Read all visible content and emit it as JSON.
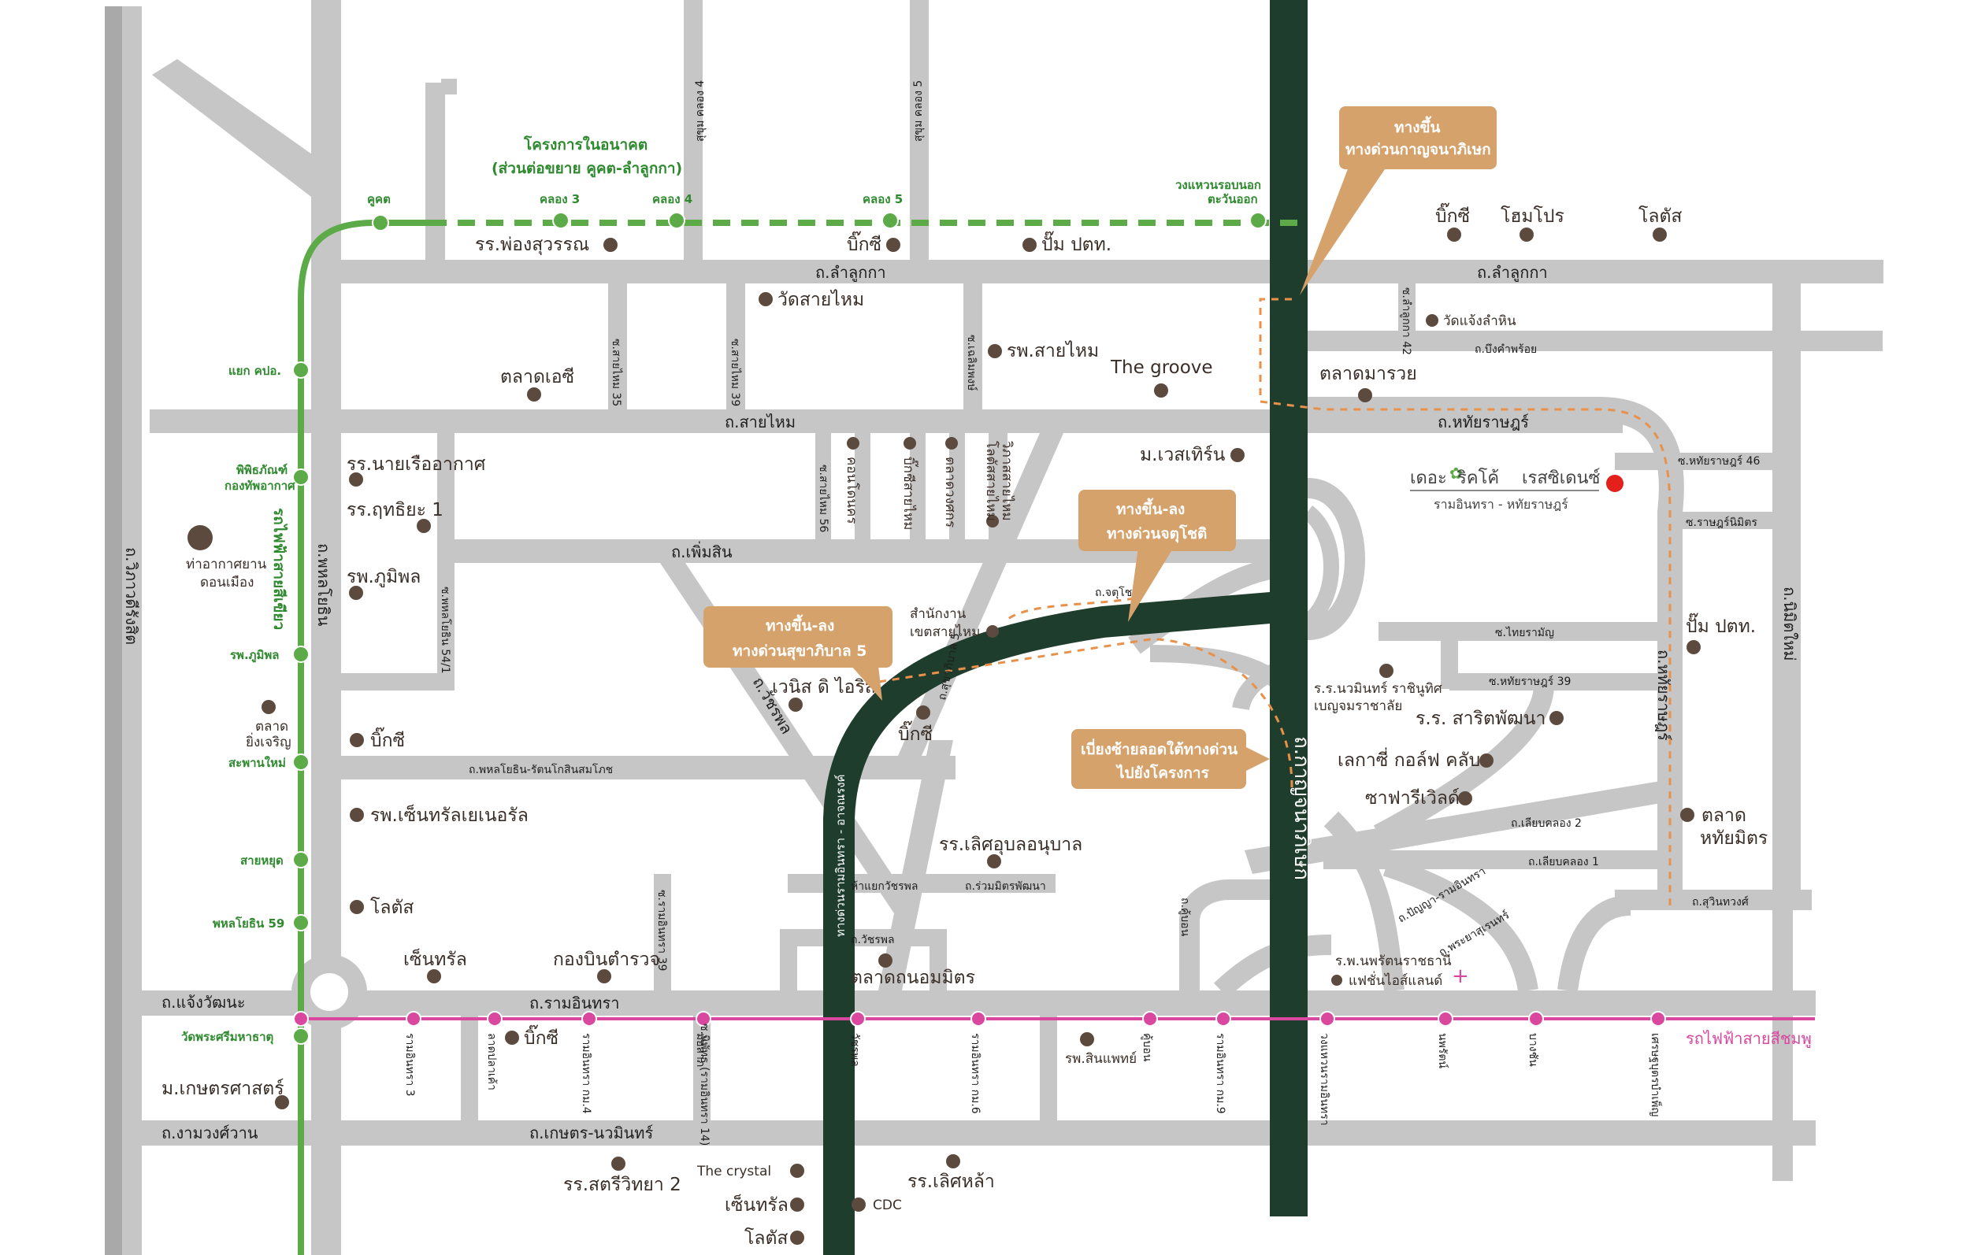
{
  "colors": {
    "road": "#c6c6c6",
    "expressway": "#1f3d2c",
    "green_line": "#5cab48",
    "pink_line": "#d9479e",
    "poi": "#5c4a3e",
    "callout": "#d4a26a",
    "project_marker": "#e3201b",
    "route_dash": "#e8914b"
  },
  "roads": {
    "vibhavadi": "ถ.วิภาวดีรังสิต",
    "phahon": "ถ.พหลโยธิน",
    "lam_luk_ka_1": "ถ.ลำลูกกา",
    "lam_luk_ka_2": "ถ.ลำลูกกา",
    "sai_mai": "ถ.สายไหม",
    "phoem_sin": "ถ.เพิ่มสิน",
    "phahon_ratana": "ถ.พหลโยธิน-รัตนโกสินสมโภช",
    "watcharaphon": "ถ.วัชรพล",
    "sukhaphiban5": "ถ.สุขาภิบาล 5",
    "chaengwattana": "ถ.แจ้งวัฒนะ",
    "ram_inthra": "ถ.รามอินทรา",
    "ngam_wong_wan": "ถ.งามวงศ์วาน",
    "kaset_nawamin": "ถ.เกษตร-นวมินทร์",
    "kanchanaphisek": "ถ.กาญจนาภิเษก",
    "hathairat_1": "ถ.หทัยราษฎร์",
    "hathairat_2": "ถ.หทัยราษฎร์",
    "nimit_mai": "ถ.นิมิตใหม่",
    "suwinthawong": "ถ.สุวินทวงศ์",
    "liap_khlong_2": "ถ.เลียบคลอง 2",
    "liap_khlong_1": "ถ.เลียบคลอง 1",
    "chatuchot": "ถ.จตุโชติ",
    "khu_bon": "ถ.คู้บอน",
    "panya_ramintra": "ถ.ปัญญา-รามอินทรา",
    "phraya_suren": "ถ.พระยาสุเรนทร์",
    "bueng_kham_phroi": "ถ.บึงคำพร้อย",
    "ha_yaek_watcharaphon": "ห้าแยกวัชรพล",
    "ruam_mit_phatthana": "ถ.ร่วมมิตรพัฒนา",
    "watcharaphon_sm": "ถ.วัชรพล",
    "soi_hathairat46": "ซ.หทัยราษฎร์ 46",
    "soi_ratburana": "ซ.ราษฎร์นิมิตร",
    "soi_thairaman": "ซ.ไทยรามัญ",
    "soi_hathairat39": "ซ.หทัยราษฎร์ 39",
    "soi_sai_mai_35": "ซ.สายไหม 35",
    "soi_sai_mai_39": "ซ.สายไหม 39",
    "soi_sai_mai_56": "ซ.สายไหม 56",
    "soi_chaloem_phong": "ซ.เฉลิมพงษ์",
    "soi_phahon_541": "ซ.พหลโยธิน 54/1",
    "soi_ram39": "ซ.รามอินทรา 39",
    "soi_ram14": "ซ.นิพัทธ (รามอินทรา 14)",
    "soi_lam_luk_ka42": "ซ.ลำลูกกา 42",
    "soi_khlong4": "สุขุม คลอง 4",
    "soi_khlong5": "สุขุม คลอง 5",
    "expy_ramintra_athnarong": "ทางด่วนรามอินทรา - อาจณรงค์"
  },
  "green_line": {
    "title_1": "โครงการในอนาคต",
    "title_2": "(ส่วนต่อขยาย คูคต-ลำลูกกา)",
    "name": "รถไฟฟ้าสายสีเขียว",
    "stations": [
      "คูคต",
      "คลอง 3",
      "คลอง 4",
      "คลอง 5",
      "วงแหวนรอบนอก ตะวันออก",
      "แยก คปอ.",
      "พิพิธภัณฑ์ กองทัพอากาศ",
      "รพ.ภูมิพล",
      "สะพานใหม่",
      "สายหยุด",
      "พหลโยธิน 59",
      "วัดพระศรีมหาธาตุ"
    ],
    "outer_ring_1": "วงแหวนรอบนอก",
    "outer_ring_2": "ตะวันออก",
    "pipit_1": "พิพิธภัณฑ์",
    "pipit_2": "กองทัพอากาศ"
  },
  "pink_line": {
    "name": "รถไฟฟ้าสายสีชมพู",
    "stations": [
      "รามอินทรา 3",
      "ลาดปลาเค้า",
      "รามอินทรา กม.4",
      "มัยลาภ",
      "วัชรพล",
      "รามอินทรา กม.6",
      "คู้บอน",
      "รามอินทรา กม.9",
      "วงแหวนรามอินทรา",
      "นพรัตน์",
      "บางชัน",
      "เศรษฐบุตรบำเพ็ญ"
    ]
  },
  "callouts": {
    "kanchanaphisek_up_1": "ทางขึ้น",
    "kanchanaphisek_up_2": "ทางด่วนกาญจนาภิเษก",
    "chatuchot_1": "ทางขึ้น-ลง",
    "chatuchot_2": "ทางด่วนจตุโชติ",
    "sukhaphiban_1": "ทางขึ้น-ลง",
    "sukhaphiban_2": "ทางด่วนสุขาภิบาล 5",
    "turn_left_1": "เบี่ยงซ้ายลอดใต้ทางด่วน",
    "turn_left_2": "ไปยังโครงการ"
  },
  "project": {
    "name_1": "เดอะ",
    "name_2": "ริคโค้",
    "name_3": "เรสซิเดนซ์",
    "sub": "รามอินทรา - หทัยราษฎร์"
  },
  "pois": {
    "bigc_top": "บิ๊กซี",
    "homepro": "โฮมโปร",
    "lotus_top": "โลตัส",
    "wat_chaeng": "วัดแจ้งลำหิน",
    "talat_maruay": "ตลาดมารวย",
    "m_western": "ม.เวสเทิร์น",
    "the_groove": "The groove",
    "ptt_top": "ปั๊ม ปตท.",
    "bigc_2": "บิ๊กซี",
    "wat_sai_mai": "วัดสายไหม",
    "rp_sai_mai": "รพ.สายไหม",
    "rr_phong": "รร.พ่องสุวรรณ",
    "talat_ac": "ตลาดเอซี",
    "rr_air_force": "รร.นายเรืออากาศ",
    "rr_ruthiya": "รร.ฤทธิยะ 1",
    "rp_bhumibol": "รพ.ภูมิพล",
    "don_mueang_1": "ท่าอากาศยาน",
    "don_mueang_2": "ดอนเมือง",
    "sai_mai_office_1": "สำนักงาน",
    "sai_mai_office_2": "เขตสายไหม",
    "venice": "เวนิส ดิ ไอริส",
    "bigc_3": "บิ๊กซี",
    "bigc_4": "บิ๊กซี",
    "rp_central": "รพ.เซ็นทรัลเยเนอรัล",
    "lotus_2": "โลตัส",
    "central_1": "เซ็นทรัล",
    "kong_bin": "กองบินตำรวจ",
    "rr_loed_ubon": "รร.เลิศอุบลอนุบาล",
    "talat_thanon": "ตลาดถนอมมิตร",
    "rp_sinphaet": "รพ.สินแพทย์",
    "bigc_5": "บิ๊กซี",
    "m_kaset": "ม.เกษตรศาสตร์",
    "rr_satri": "รร.สตรีวิทยา 2",
    "crystal": "The crystal",
    "central_2": "เซ็นทรัล",
    "cdc": "CDC",
    "lotus_3": "โลตัส",
    "rr_loet_la": "รร.เลิศหล้า",
    "rr_nawamin_1": "ร.ร.นวมินทร์ ราชินูทิศ",
    "rr_nawamin_2": "เบญจมราชาลัย",
    "rr_sarit": "ร.ร. สาริตพัฒนา",
    "legacy": "เลกาซี่ กอล์ฟ คลับ",
    "safari": "ซาฟารีเวิลด์",
    "ptt_right": "ปั๊ม ปตท.",
    "talat_hathai_1": "ตลาด",
    "talat_hathai_2": "หทัยมิตร",
    "nopparat_hosp": "ร.พ.นพรัตนราชธานี",
    "fashion_island": "แฟชั่นไอส์แลนด์",
    "talat_yingcharoen_1": "ตลาด",
    "talat_yingcharoen_2": "ยิ่งเจริญ",
    "condo_nakhon": "คอนโดนคร",
    "bigc_sai_mai": "บิ๊กซีสายไหม",
    "talat_wongsakorn": "ตลาดวงศกร",
    "lotus_sai_mai_1": "โลตัสสายไหม",
    "lotus_sai_mai_2": "วิภาสสายไหม"
  }
}
